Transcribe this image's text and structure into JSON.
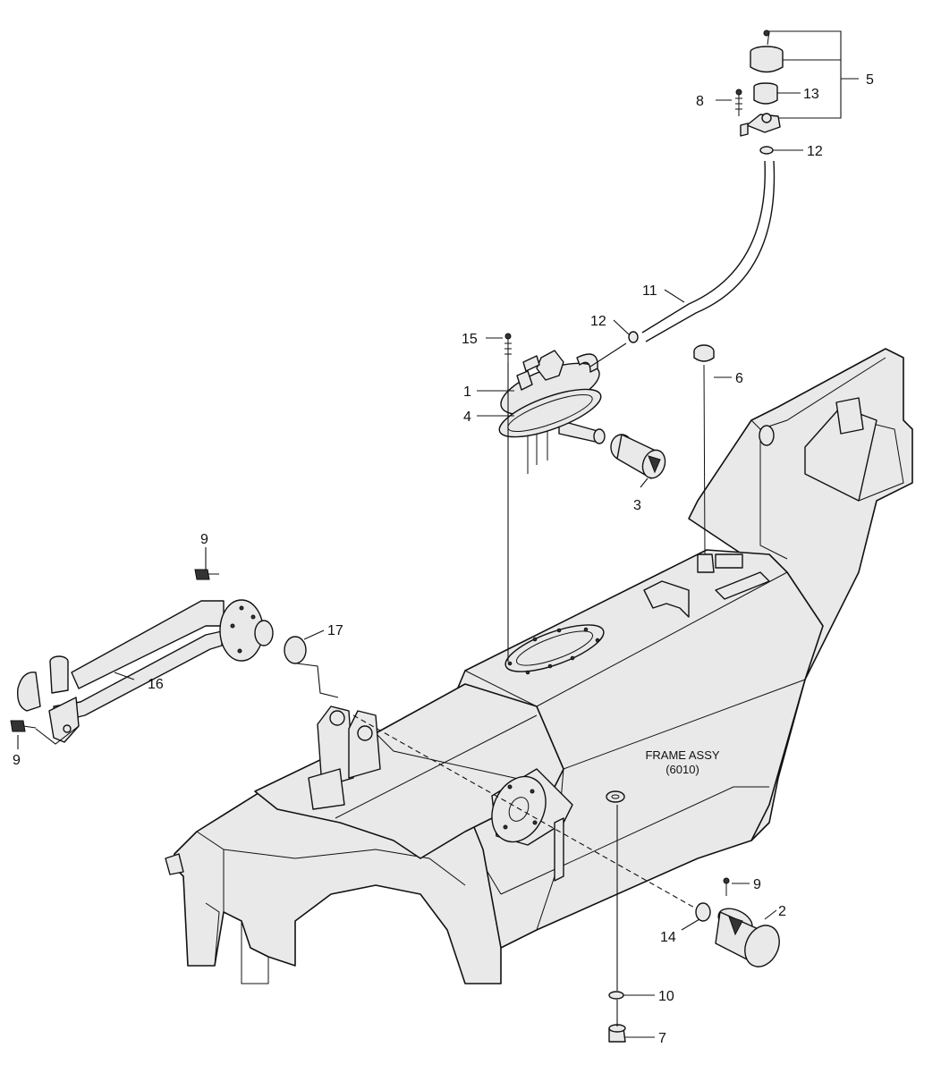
{
  "callouts": [
    {
      "id": "c1",
      "text": "1"
    },
    {
      "id": "c2",
      "text": "2"
    },
    {
      "id": "c3",
      "text": "3"
    },
    {
      "id": "c4",
      "text": "4"
    },
    {
      "id": "c5",
      "text": "5"
    },
    {
      "id": "c6",
      "text": "6"
    },
    {
      "id": "c7",
      "text": "7"
    },
    {
      "id": "c8",
      "text": "8"
    },
    {
      "id": "c9a",
      "text": "9"
    },
    {
      "id": "c9b",
      "text": "9"
    },
    {
      "id": "c9c",
      "text": "9"
    },
    {
      "id": "c10",
      "text": "10"
    },
    {
      "id": "c11",
      "text": "11"
    },
    {
      "id": "c12a",
      "text": "12"
    },
    {
      "id": "c12b",
      "text": "12"
    },
    {
      "id": "c13",
      "text": "13"
    },
    {
      "id": "c14",
      "text": "14"
    },
    {
      "id": "c15",
      "text": "15"
    },
    {
      "id": "c16",
      "text": "16"
    },
    {
      "id": "c17",
      "text": "17"
    }
  ],
  "frame_caption": {
    "line1": "FRAME ASSY",
    "line2": "(6010)"
  }
}
